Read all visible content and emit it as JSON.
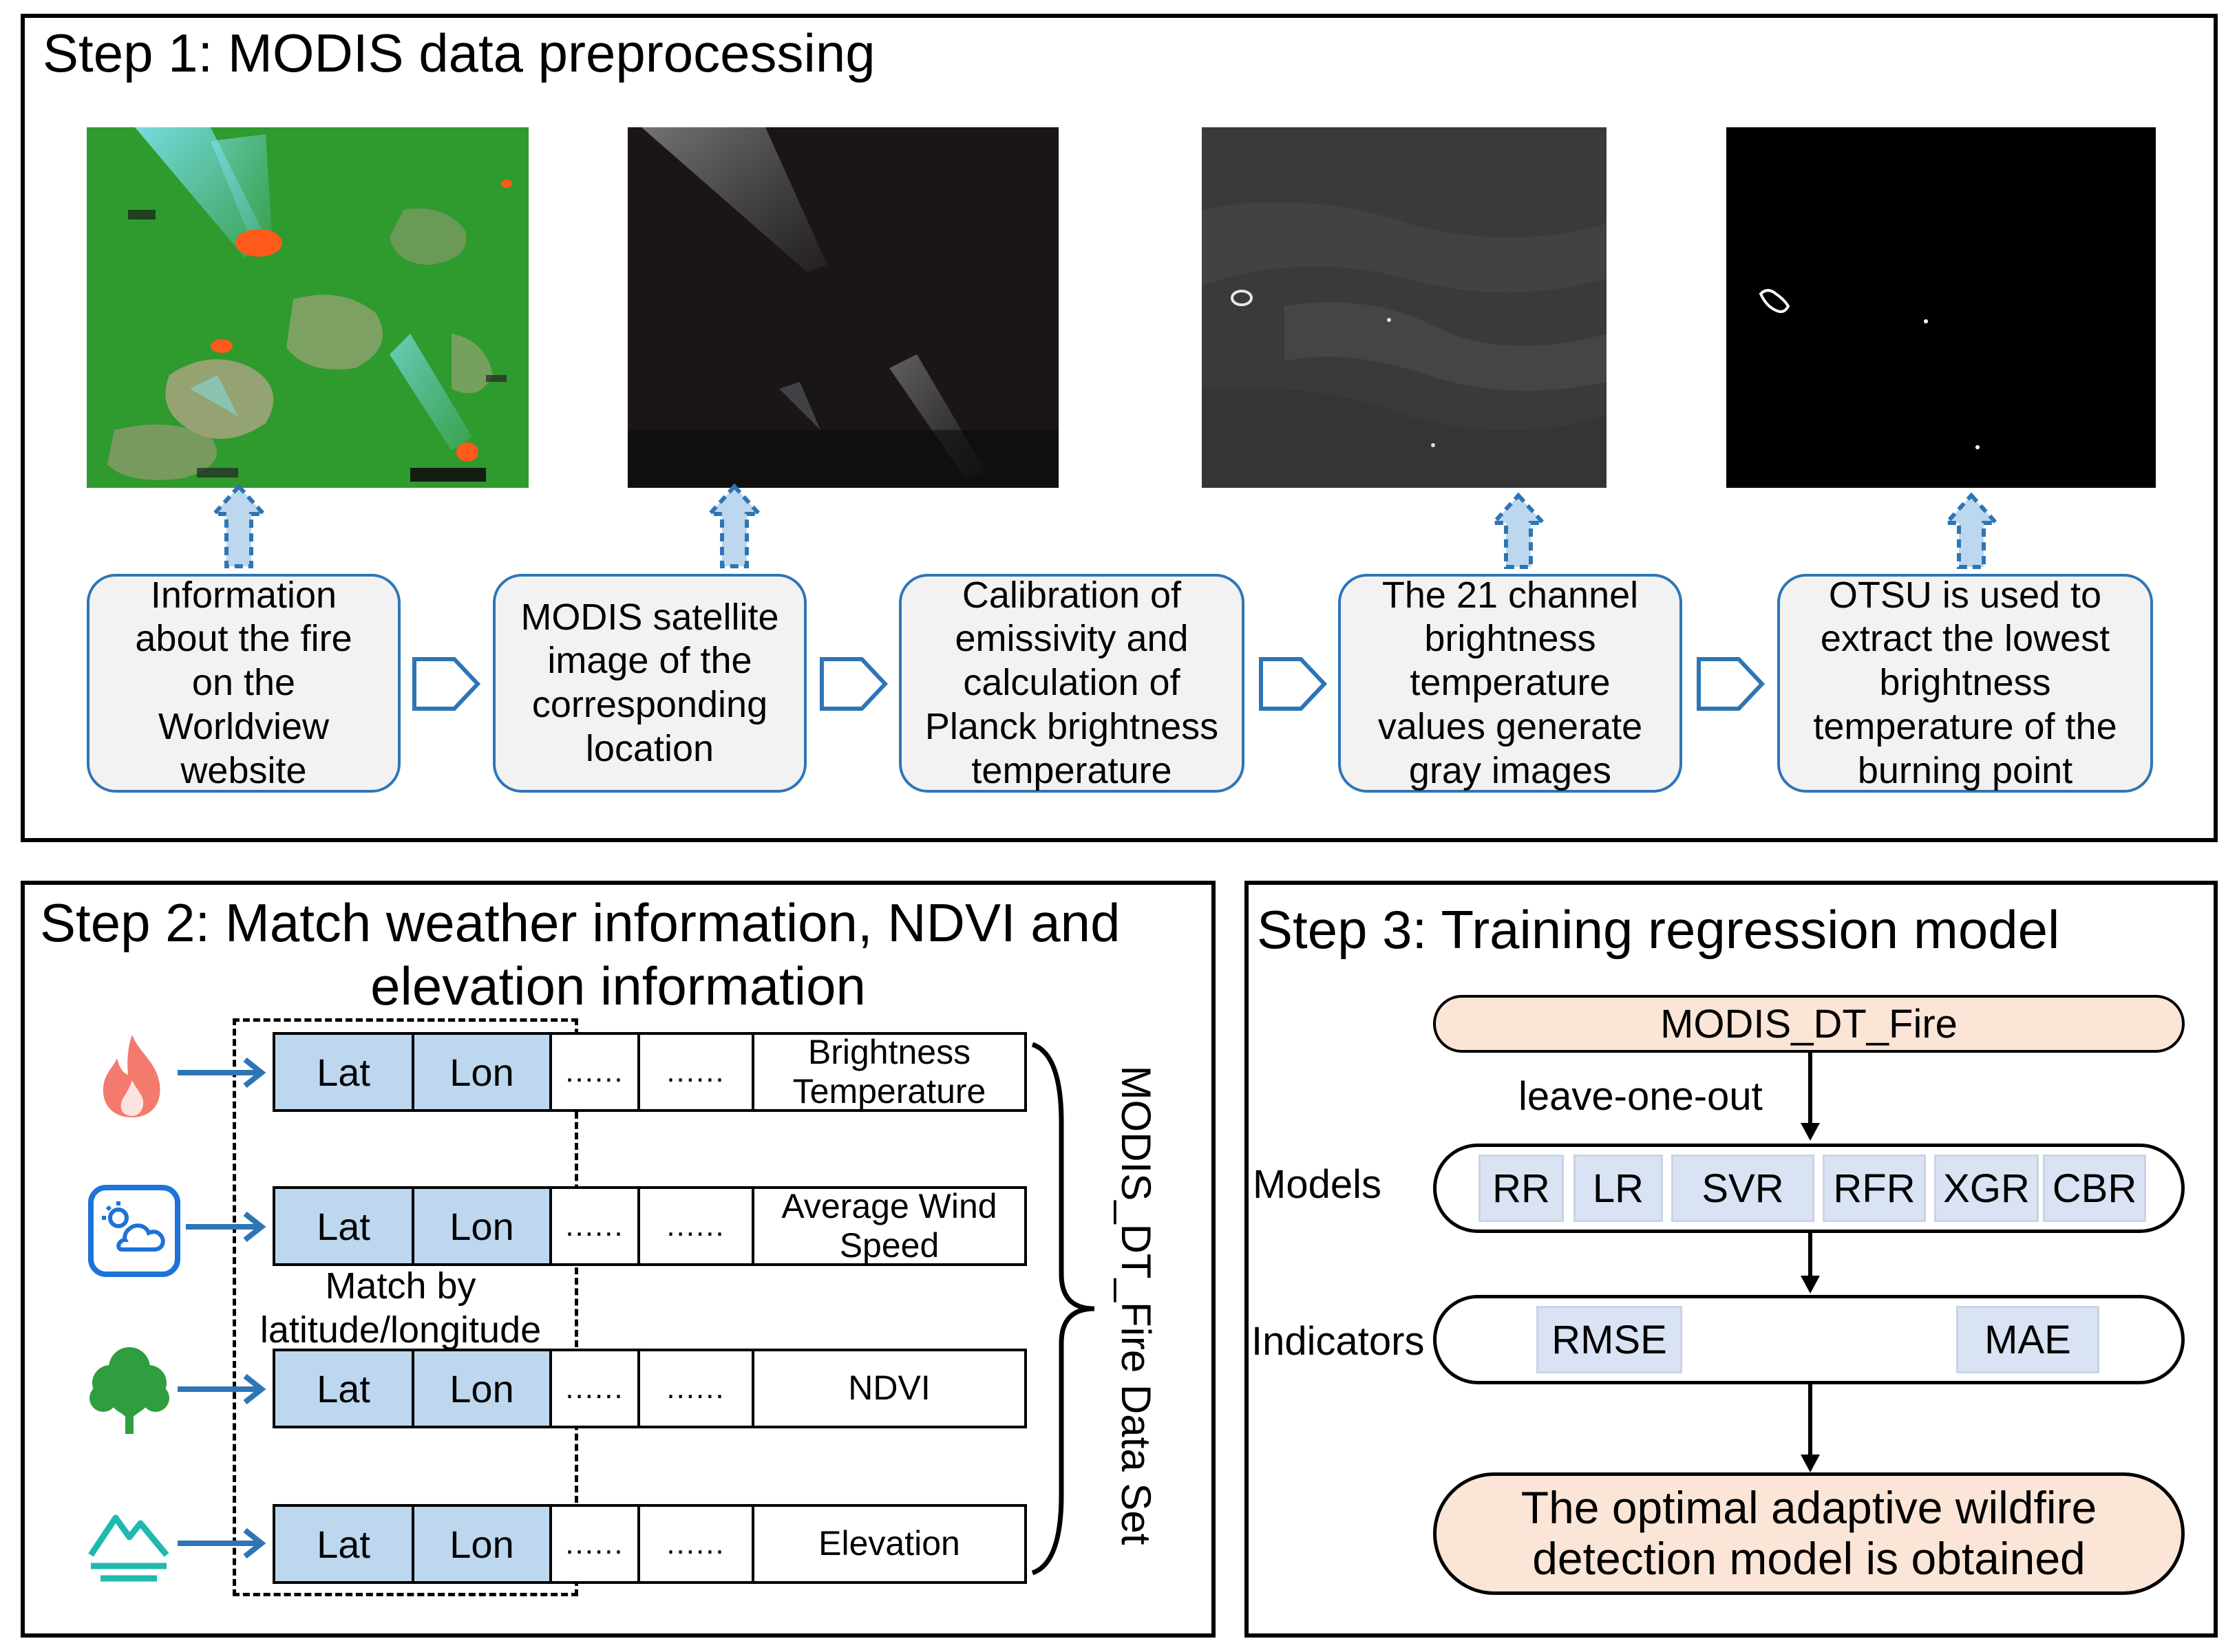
{
  "step1": {
    "title": "Step 1: MODIS data preprocessing",
    "boxes": [
      "Information\nabout the fire\non the\nWorldview\nwebsite",
      "MODIS satellite\nimage of the\ncorresponding\nlocation",
      "Calibration of\nemissivity and\ncalculation of\nPlanck brightness\ntemperature",
      "The 21 channel\nbrightness\ntemperature\nvalues generate\ngray images",
      "OTSU is used to\nextract the lowest\nbrightness\ntemperature of the\nburning point"
    ]
  },
  "step2": {
    "title_line1": "Step 2: Match weather information, NDVI and",
    "title_line2": "elevation information",
    "rows": [
      {
        "icon": "fire-icon",
        "lat": "Lat",
        "lon": "Lon",
        "dots1": "......",
        "dots2": "......",
        "last": "Brightness\nTemperature"
      },
      {
        "icon": "weather-icon",
        "lat": "Lat",
        "lon": "Lon",
        "dots1": "......",
        "dots2": "......",
        "last": "Average Wind\nSpeed"
      },
      {
        "icon": "tree-icon",
        "lat": "Lat",
        "lon": "Lon",
        "dots1": "......",
        "dots2": "......",
        "last": "NDVI"
      },
      {
        "icon": "mountain-icon",
        "lat": "Lat",
        "lon": "Lon",
        "dots1": "......",
        "dots2": "......",
        "last": "Elevation"
      }
    ],
    "match_label_line1": "Match by",
    "match_label_line2": "latitude/longitude",
    "dataset_label": "MODIS_DT_Fire Data Set"
  },
  "step3": {
    "title": "Step 3: Training regression model",
    "source": "MODIS_DT_Fire",
    "split_label": "leave-one-out",
    "models_label": "Models",
    "models": [
      "RR",
      "LR",
      "SVR",
      "RFR",
      "XGR",
      "CBR"
    ],
    "indicators_label": "Indicators",
    "indicators": [
      "RMSE",
      "MAE"
    ],
    "result": "The optimal adaptive wildfire\ndetection model is obtained"
  },
  "colors": {
    "box_border": "#2e75b6",
    "box_fill": "#f2f2f2",
    "cell_blue": "#bdd7ee",
    "chip_fill": "#dae3f3",
    "pill_peach": "#fbe5d6",
    "arrow_blue": "#2e75b6"
  }
}
